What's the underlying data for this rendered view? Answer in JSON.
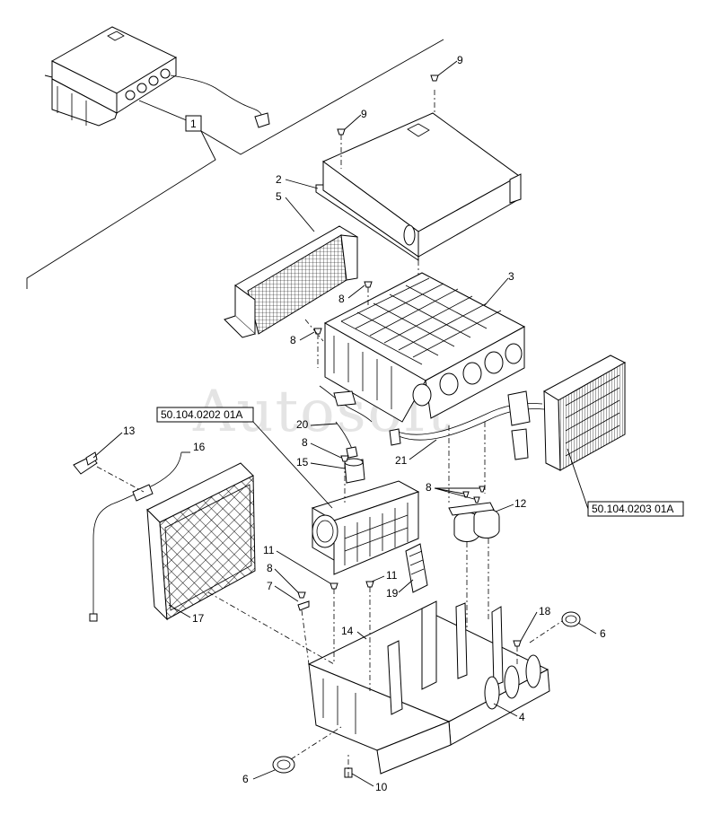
{
  "watermark": "Autosoft",
  "references": [
    {
      "id": "ref-top-left",
      "text": "50.104.0202 01A"
    },
    {
      "id": "ref-right",
      "text": "50.104.0203 01A"
    }
  ],
  "callouts": {
    "c1": "1",
    "c2": "2",
    "c3": "3",
    "c4": "4",
    "c5": "5",
    "c6a": "6",
    "c6b": "6",
    "c7": "7",
    "c8a": "8",
    "c8b": "8",
    "c8c": "8",
    "c8d": "8",
    "c8e": "8",
    "c9a": "9",
    "c9b": "9",
    "c10": "10",
    "c11a": "11",
    "c11b": "11",
    "c12": "12",
    "c13": "13",
    "c14": "14",
    "c15": "15",
    "c16": "16",
    "c17": "17",
    "c18": "18",
    "c19": "19",
    "c20": "20",
    "c21": "21"
  }
}
